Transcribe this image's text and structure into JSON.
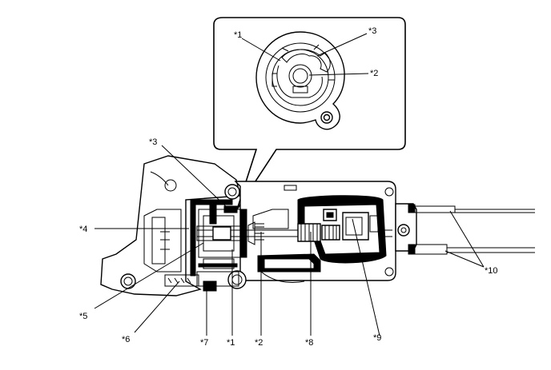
{
  "labels": {
    "c1": "*1",
    "c2": "*2",
    "c3": "*3",
    "c4": "*4",
    "c5": "*5",
    "c6": "*6",
    "c7": "*7",
    "c8": "*8",
    "c9": "*9",
    "c10": "*10"
  }
}
